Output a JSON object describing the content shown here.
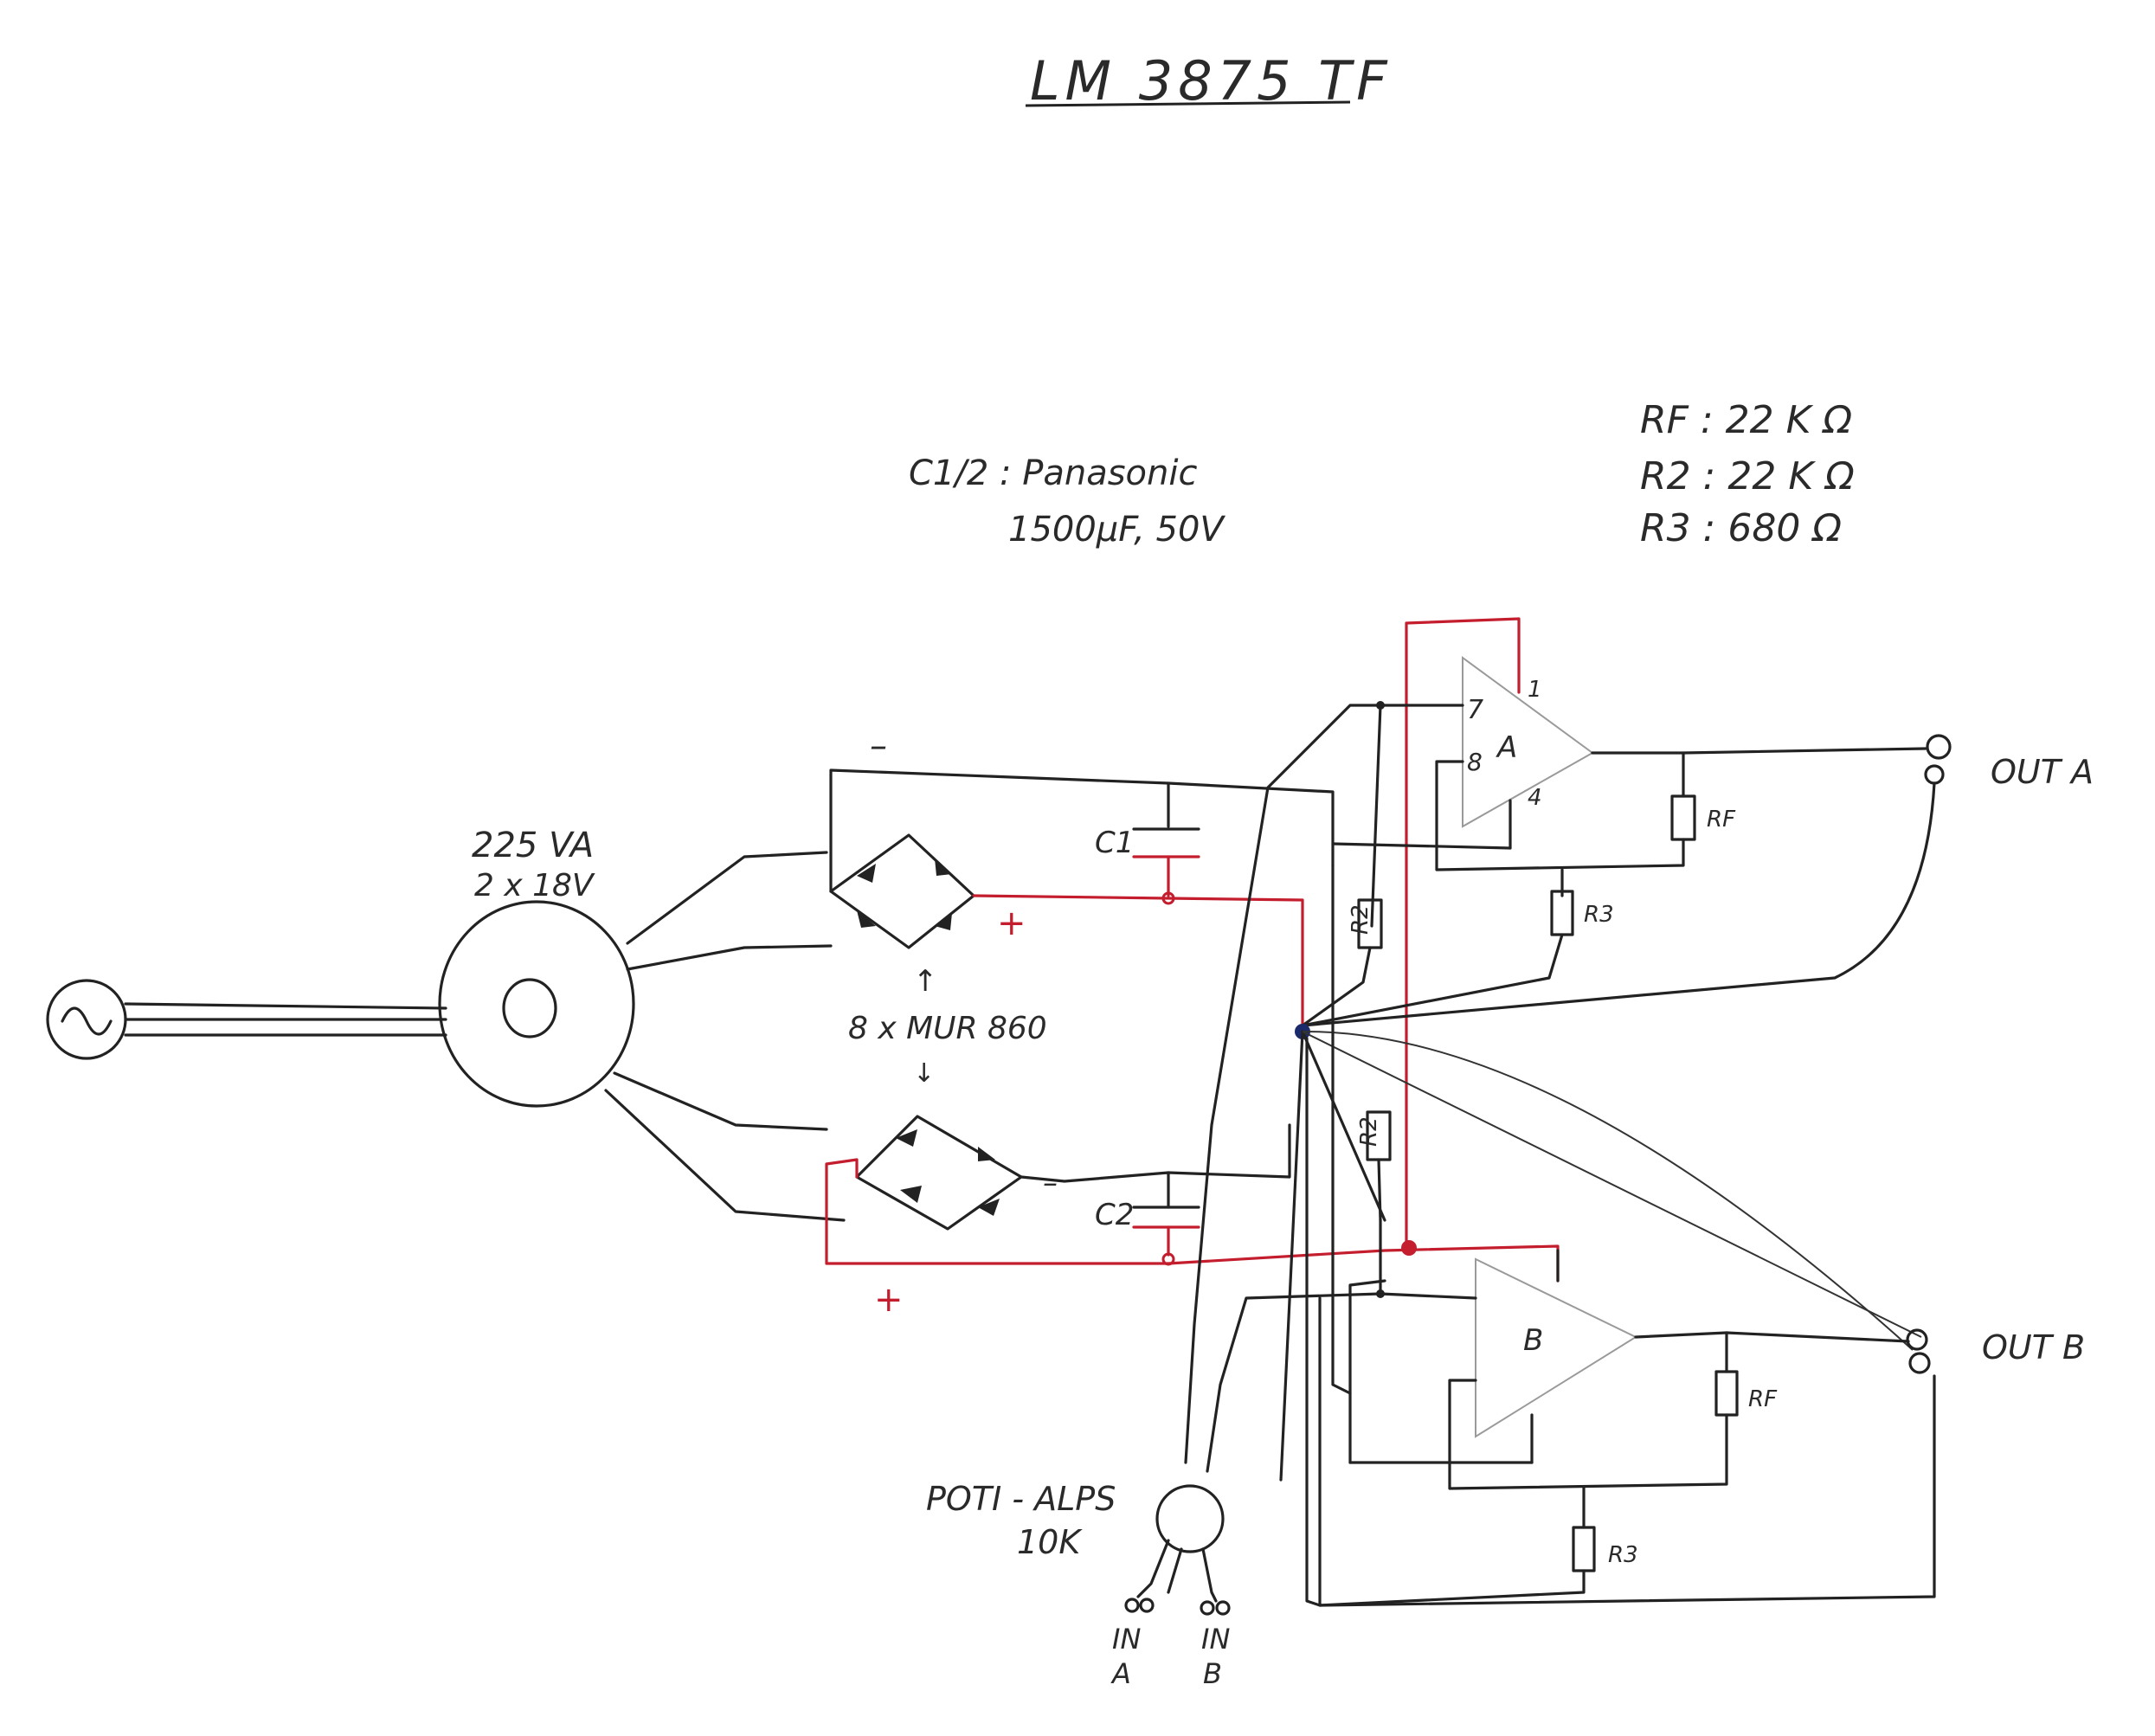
{
  "title": "LM 3875 TF",
  "notes": {
    "capacitors": {
      "line1": "C1/2 : Panasonic",
      "line2": "1500µF, 50V"
    },
    "resistors": {
      "line1": "RF : 22 K Ω",
      "line2": "R2 : 22 K Ω",
      "line3": "R3 : 680 Ω"
    }
  },
  "transformer": {
    "rating": "225 VA",
    "voltage": "2 x 18V"
  },
  "rectifier": {
    "note": "8 x MUR 860"
  },
  "labels": {
    "c1": "C1",
    "c2": "C2",
    "plus_top": "+",
    "minus_top": "–",
    "plus_bottom": "+",
    "minus_bottom": "–",
    "r2_top": "R2",
    "r2_bottom": "R2",
    "rf_a": "RF",
    "rf_b": "RF",
    "r3_a": "R3",
    "r3_b": "R3",
    "amp_a": "A",
    "amp_b": "B",
    "pin7": "7",
    "pin8": "8",
    "pin1": "1",
    "pin4": "4",
    "out_a": "OUT A",
    "out_b": "OUT B",
    "pot_line1": "POTI - ALPS",
    "pot_line2": "10K",
    "in_a_line1": "IN",
    "in_a_line2": "A",
    "in_b_line1": "IN",
    "in_b_line2": "B"
  },
  "colors": {
    "ink": "#222222",
    "positive_rail": "#c41e2e",
    "ground_node": "#1b2a6b"
  }
}
